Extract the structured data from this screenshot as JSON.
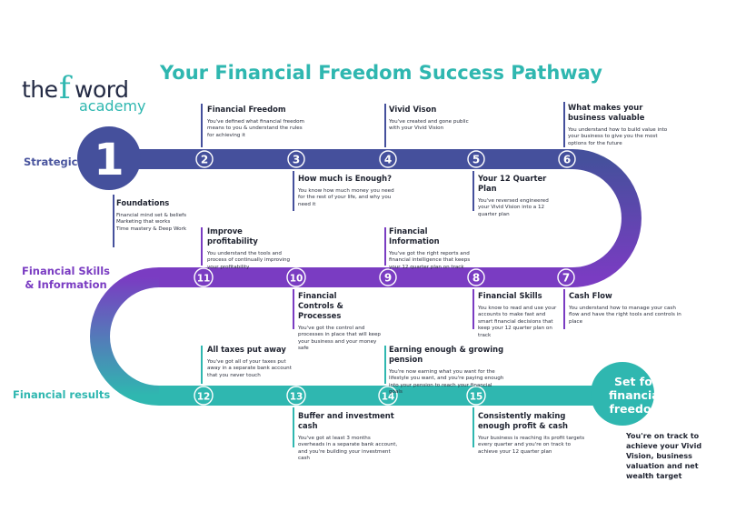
{
  "logo": {
    "the": "the",
    "f": "f",
    "word": "word",
    "academy": "academy"
  },
  "title": "Your Financial Freedom Success Pathway",
  "rows": {
    "strategic": "Strategic",
    "skills_line1": "Financial Skills",
    "skills_line2": "& Information",
    "results": "Financial results"
  },
  "big_number": "1",
  "final": {
    "title_line1": "Set for",
    "title_line2": "financial",
    "title_line3": "freedom",
    "body": "You're on track to achieve your Vivid Vision, business valuation and net wealth target"
  },
  "colors": {
    "teal": "#2fb7b0",
    "navy": "#45509c",
    "purple": "#7a3cc2"
  },
  "steps": [
    {
      "number": "1",
      "title": "Foundations",
      "body": "Financial mind set & beliefs\nMarketing that works\nTime mastery & Deep Work"
    },
    {
      "number": "2",
      "title": "Financial Freedom",
      "body": "You've defined what financial freedom means to you & understand the rules for achieving it"
    },
    {
      "number": "3",
      "title": "How much is Enough?",
      "body": "You know how much money you need for the rest of your life, and why you need it"
    },
    {
      "number": "4",
      "title": "Vivid Vison",
      "body": "You've created and gone public with your Vivid Vision"
    },
    {
      "number": "5",
      "title": "Your 12 Quarter Plan",
      "body": "You've reversed engineered your Vivid Vision into a 12 quarter plan"
    },
    {
      "number": "6",
      "title": "What makes your business valuable",
      "body": "You understand how to build value into your business to give you the most options for the future"
    },
    {
      "number": "7",
      "title": "Cash Flow",
      "body": "You understand how to manage your cash flow and have the right tools and controls in place"
    },
    {
      "number": "8",
      "title": "Financial Skills",
      "body": "You know to read and use your accounts to make fast and smart financial decisions that keep your 12 quarter plan on track"
    },
    {
      "number": "9",
      "title": "Financial Information",
      "body": "You've got the right reports and financial intelligence that keeps your 12 quarter plan on track"
    },
    {
      "number": "10",
      "title": "Financial Controls & Processes",
      "body": "You've got the control and processes in place that will keep your business and your money safe"
    },
    {
      "number": "11",
      "title": "Improve profitability",
      "body": "You understand the tools and process of continually improving your profitability"
    },
    {
      "number": "12",
      "title": "All taxes put away",
      "body": "You've got all of your taxes put away in a separate bank account that you never touch"
    },
    {
      "number": "13",
      "title": "Buffer and investment cash",
      "body": "You've got at least 3 months overheads in a separate bank account, and you're building your investment cash"
    },
    {
      "number": "14",
      "title": "Earning enough & growing pension",
      "body": "You're now earning what you want for the lifestyle you want, and you're paying enough into your pension to reach your financial goals"
    },
    {
      "number": "15",
      "title": "Consistently making enough profit & cash",
      "body": "Your business is reaching its profit targets every quarter and you're on track to achieve your 12 quarter plan"
    }
  ]
}
